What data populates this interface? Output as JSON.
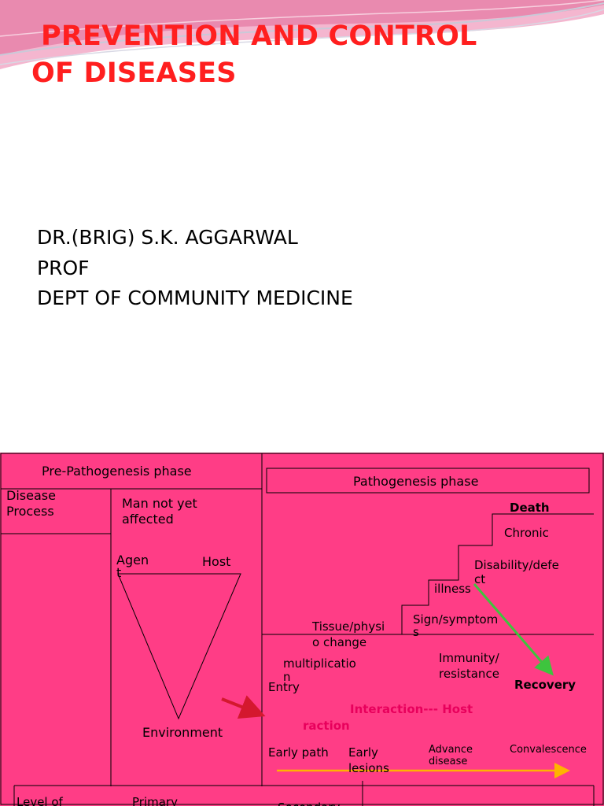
{
  "slide1": {
    "title_line1": "PREVENTION AND  CONTROL",
    "title_line2": "OF DISEASES",
    "author_name": "DR.(BRIG) S.K. AGGARWAL",
    "author_role": "PROF",
    "author_dept": "DEPT OF COMMUNITY MEDICINE"
  },
  "slide2": {
    "prepathogenesis_header": "Pre-Pathogenesis phase",
    "pathogenesis_header": "Pathogenesis phase",
    "disease_process": "Disease\nProcess",
    "man_not_yet": "Man not yet\naffected",
    "agent": "Agen\nt",
    "host": "Host",
    "environment": "Environment",
    "death": "Death",
    "chronic": "Chronic",
    "disability": "Disability/defe\nct",
    "illness": "illness",
    "sign_symptoms": "Sign/symptom\ns",
    "tissue_change": "Tissue/physi\no change",
    "immunity": "Immunity/\nresistance",
    "multiplication": "multiplicatio\nn",
    "entry": "Entry",
    "recovery": "Recovery",
    "interaction": "Interaction--- Host",
    "interaction_tail": "raction",
    "early_path": "Early path",
    "early_lesions": "Early\nlesions",
    "advance_disease": "Advance\ndisease",
    "convalescence": "Convalescence",
    "level_of": "Level of",
    "primary": "Primary",
    "secondary": "Secondary"
  },
  "colors": {
    "title_red": "#ff1f1f",
    "slide_pink": "#ff3d86",
    "arrow_green": "#3ec43e",
    "arrow_orange": "#ffb300",
    "arrow_red": "#d4182e"
  }
}
